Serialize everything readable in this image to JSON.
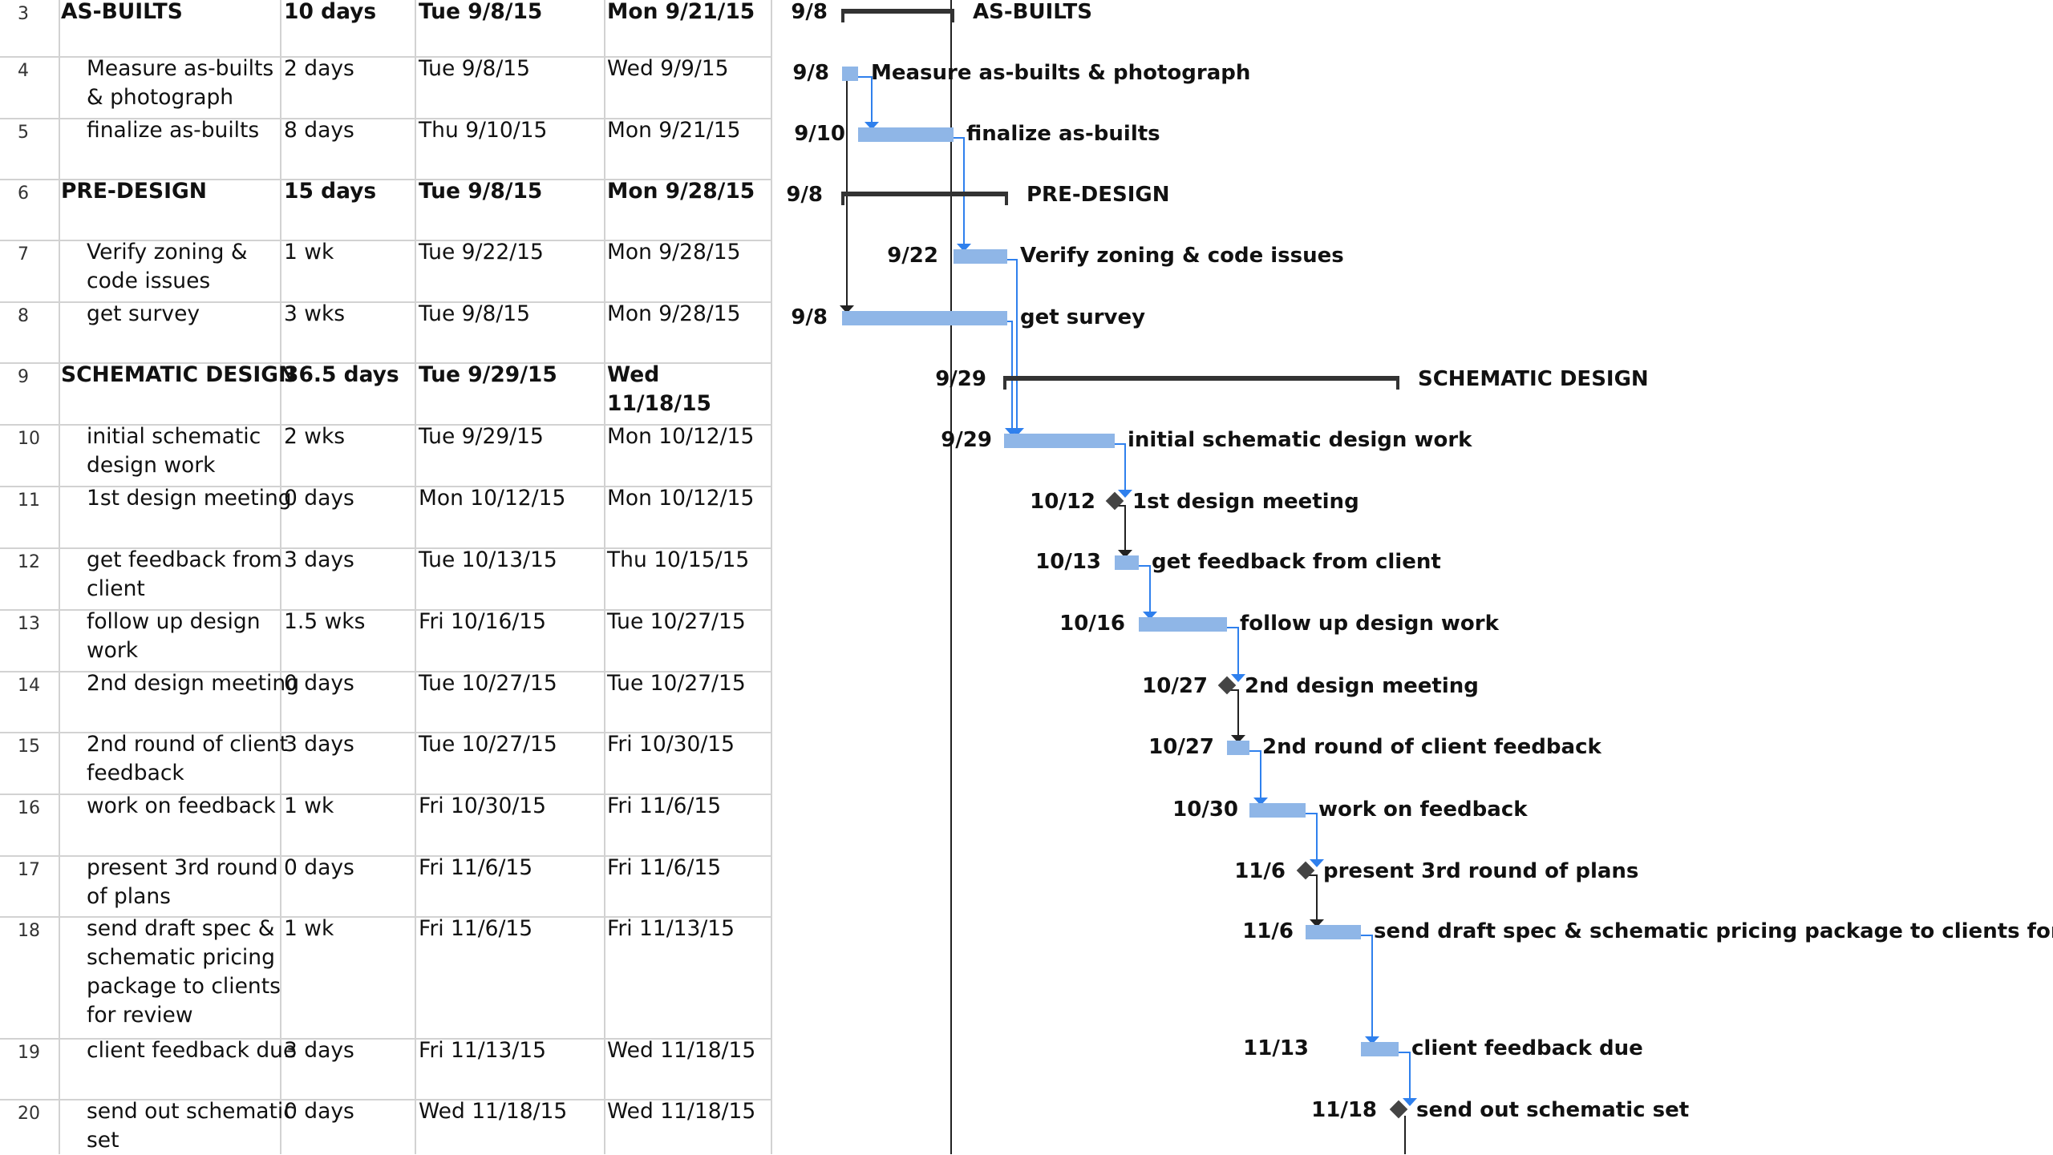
{
  "colors": {
    "bar": "#8fb6e7",
    "link": "#2f80ed",
    "summary": "#333333",
    "milestone": "#444444",
    "grid": "#d2d2d2"
  },
  "rows": [
    {
      "id": "3",
      "name": "AS-BUILTS",
      "duration": "10 days",
      "start": "Tue 9/8/15",
      "finish": "Mon 9/21/15",
      "summary": true
    },
    {
      "id": "4",
      "name": "Measure as-builts\n& photograph",
      "duration": "2 days",
      "start": "Tue 9/8/15",
      "finish": "Wed 9/9/15",
      "summary": false
    },
    {
      "id": "5",
      "name": "finalize as-builts",
      "duration": "8 days",
      "start": "Thu 9/10/15",
      "finish": "Mon 9/21/15",
      "summary": false
    },
    {
      "id": "6",
      "name": "PRE-DESIGN",
      "duration": "15 days",
      "start": "Tue 9/8/15",
      "finish": "Mon 9/28/15",
      "summary": true
    },
    {
      "id": "7",
      "name": "Verify zoning &\ncode issues",
      "duration": "1 wk",
      "start": "Tue 9/22/15",
      "finish": "Mon 9/28/15",
      "summary": false
    },
    {
      "id": "8",
      "name": "get survey",
      "duration": "3 wks",
      "start": "Tue 9/8/15",
      "finish": "Mon 9/28/15",
      "summary": false
    },
    {
      "id": "9",
      "name": "SCHEMATIC DESIGN",
      "duration": "36.5 days",
      "start": "Tue 9/29/15",
      "finish": "Wed 11/18/15",
      "summary": true
    },
    {
      "id": "10",
      "name": "initial schematic\ndesign work",
      "duration": "2 wks",
      "start": "Tue 9/29/15",
      "finish": "Mon 10/12/15",
      "summary": false
    },
    {
      "id": "11",
      "name": "1st design meeting",
      "duration": "0 days",
      "start": "Mon 10/12/15",
      "finish": "Mon 10/12/15",
      "summary": false
    },
    {
      "id": "12",
      "name": "get feedback from\nclient",
      "duration": "3 days",
      "start": "Tue 10/13/15",
      "finish": "Thu 10/15/15",
      "summary": false
    },
    {
      "id": "13",
      "name": "follow up design\nwork",
      "duration": "1.5 wks",
      "start": "Fri 10/16/15",
      "finish": "Tue 10/27/15",
      "summary": false
    },
    {
      "id": "14",
      "name": "2nd design meeting",
      "duration": "0 days",
      "start": "Tue 10/27/15",
      "finish": "Tue 10/27/15",
      "summary": false
    },
    {
      "id": "15",
      "name": "2nd round of client\nfeedback",
      "duration": "3 days",
      "start": "Tue 10/27/15",
      "finish": "Fri 10/30/15",
      "summary": false
    },
    {
      "id": "16",
      "name": "work on feedback",
      "duration": "1 wk",
      "start": "Fri 10/30/15",
      "finish": "Fri 11/6/15",
      "summary": false
    },
    {
      "id": "17",
      "name": "present 3rd round\nof plans",
      "duration": "0 days",
      "start": "Fri 11/6/15",
      "finish": "Fri 11/6/15",
      "summary": false
    },
    {
      "id": "18",
      "name": "send draft spec &\nschematic pricing\npackage to clients\nfor review",
      "duration": "1 wk",
      "start": "Fri 11/6/15",
      "finish": "Fri 11/13/15",
      "summary": false
    },
    {
      "id": "19",
      "name": "client feedback due",
      "duration": "3 days",
      "start": "Fri 11/13/15",
      "finish": "Wed 11/18/15",
      "summary": false
    },
    {
      "id": "20",
      "name": "send out schematic\nset",
      "duration": "0 days",
      "start": "Wed 11/18/15",
      "finish": "Wed 11/18/15",
      "summary": false
    }
  ],
  "gantt": [
    {
      "kind": "summary",
      "start_label": "9/8",
      "name": "AS-BUILTS"
    },
    {
      "kind": "task",
      "start_label": "9/8",
      "name": "Measure as-builts & photograph"
    },
    {
      "kind": "task",
      "start_label": "9/10",
      "name": "finalize as-builts"
    },
    {
      "kind": "summary",
      "start_label": "9/8",
      "name": "PRE-DESIGN"
    },
    {
      "kind": "task",
      "start_label": "9/22",
      "name": "Verify zoning & code issues"
    },
    {
      "kind": "task",
      "start_label": "9/8",
      "name": "get survey"
    },
    {
      "kind": "summary",
      "start_label": "9/29",
      "name": "SCHEMATIC DESIGN"
    },
    {
      "kind": "task",
      "start_label": "9/29",
      "name": "initial schematic design work"
    },
    {
      "kind": "milestone",
      "start_label": "10/12",
      "name": "1st design meeting"
    },
    {
      "kind": "task",
      "start_label": "10/13",
      "name": "get feedback from client"
    },
    {
      "kind": "task",
      "start_label": "10/16",
      "name": "follow up design work"
    },
    {
      "kind": "milestone",
      "start_label": "10/27",
      "name": "2nd design meeting"
    },
    {
      "kind": "task",
      "start_label": "10/27",
      "name": "2nd round of client feedback"
    },
    {
      "kind": "task",
      "start_label": "10/30",
      "name": "work on feedback"
    },
    {
      "kind": "milestone",
      "start_label": "11/6",
      "name": "present 3rd round of plans"
    },
    {
      "kind": "task",
      "start_label": "11/6",
      "name": "send draft spec & schematic pricing package to clients for review"
    },
    {
      "kind": "task",
      "start_label": "11/13",
      "name": "client feedback due"
    },
    {
      "kind": "milestone",
      "start_label": "11/18",
      "name": "send out schematic set"
    }
  ]
}
